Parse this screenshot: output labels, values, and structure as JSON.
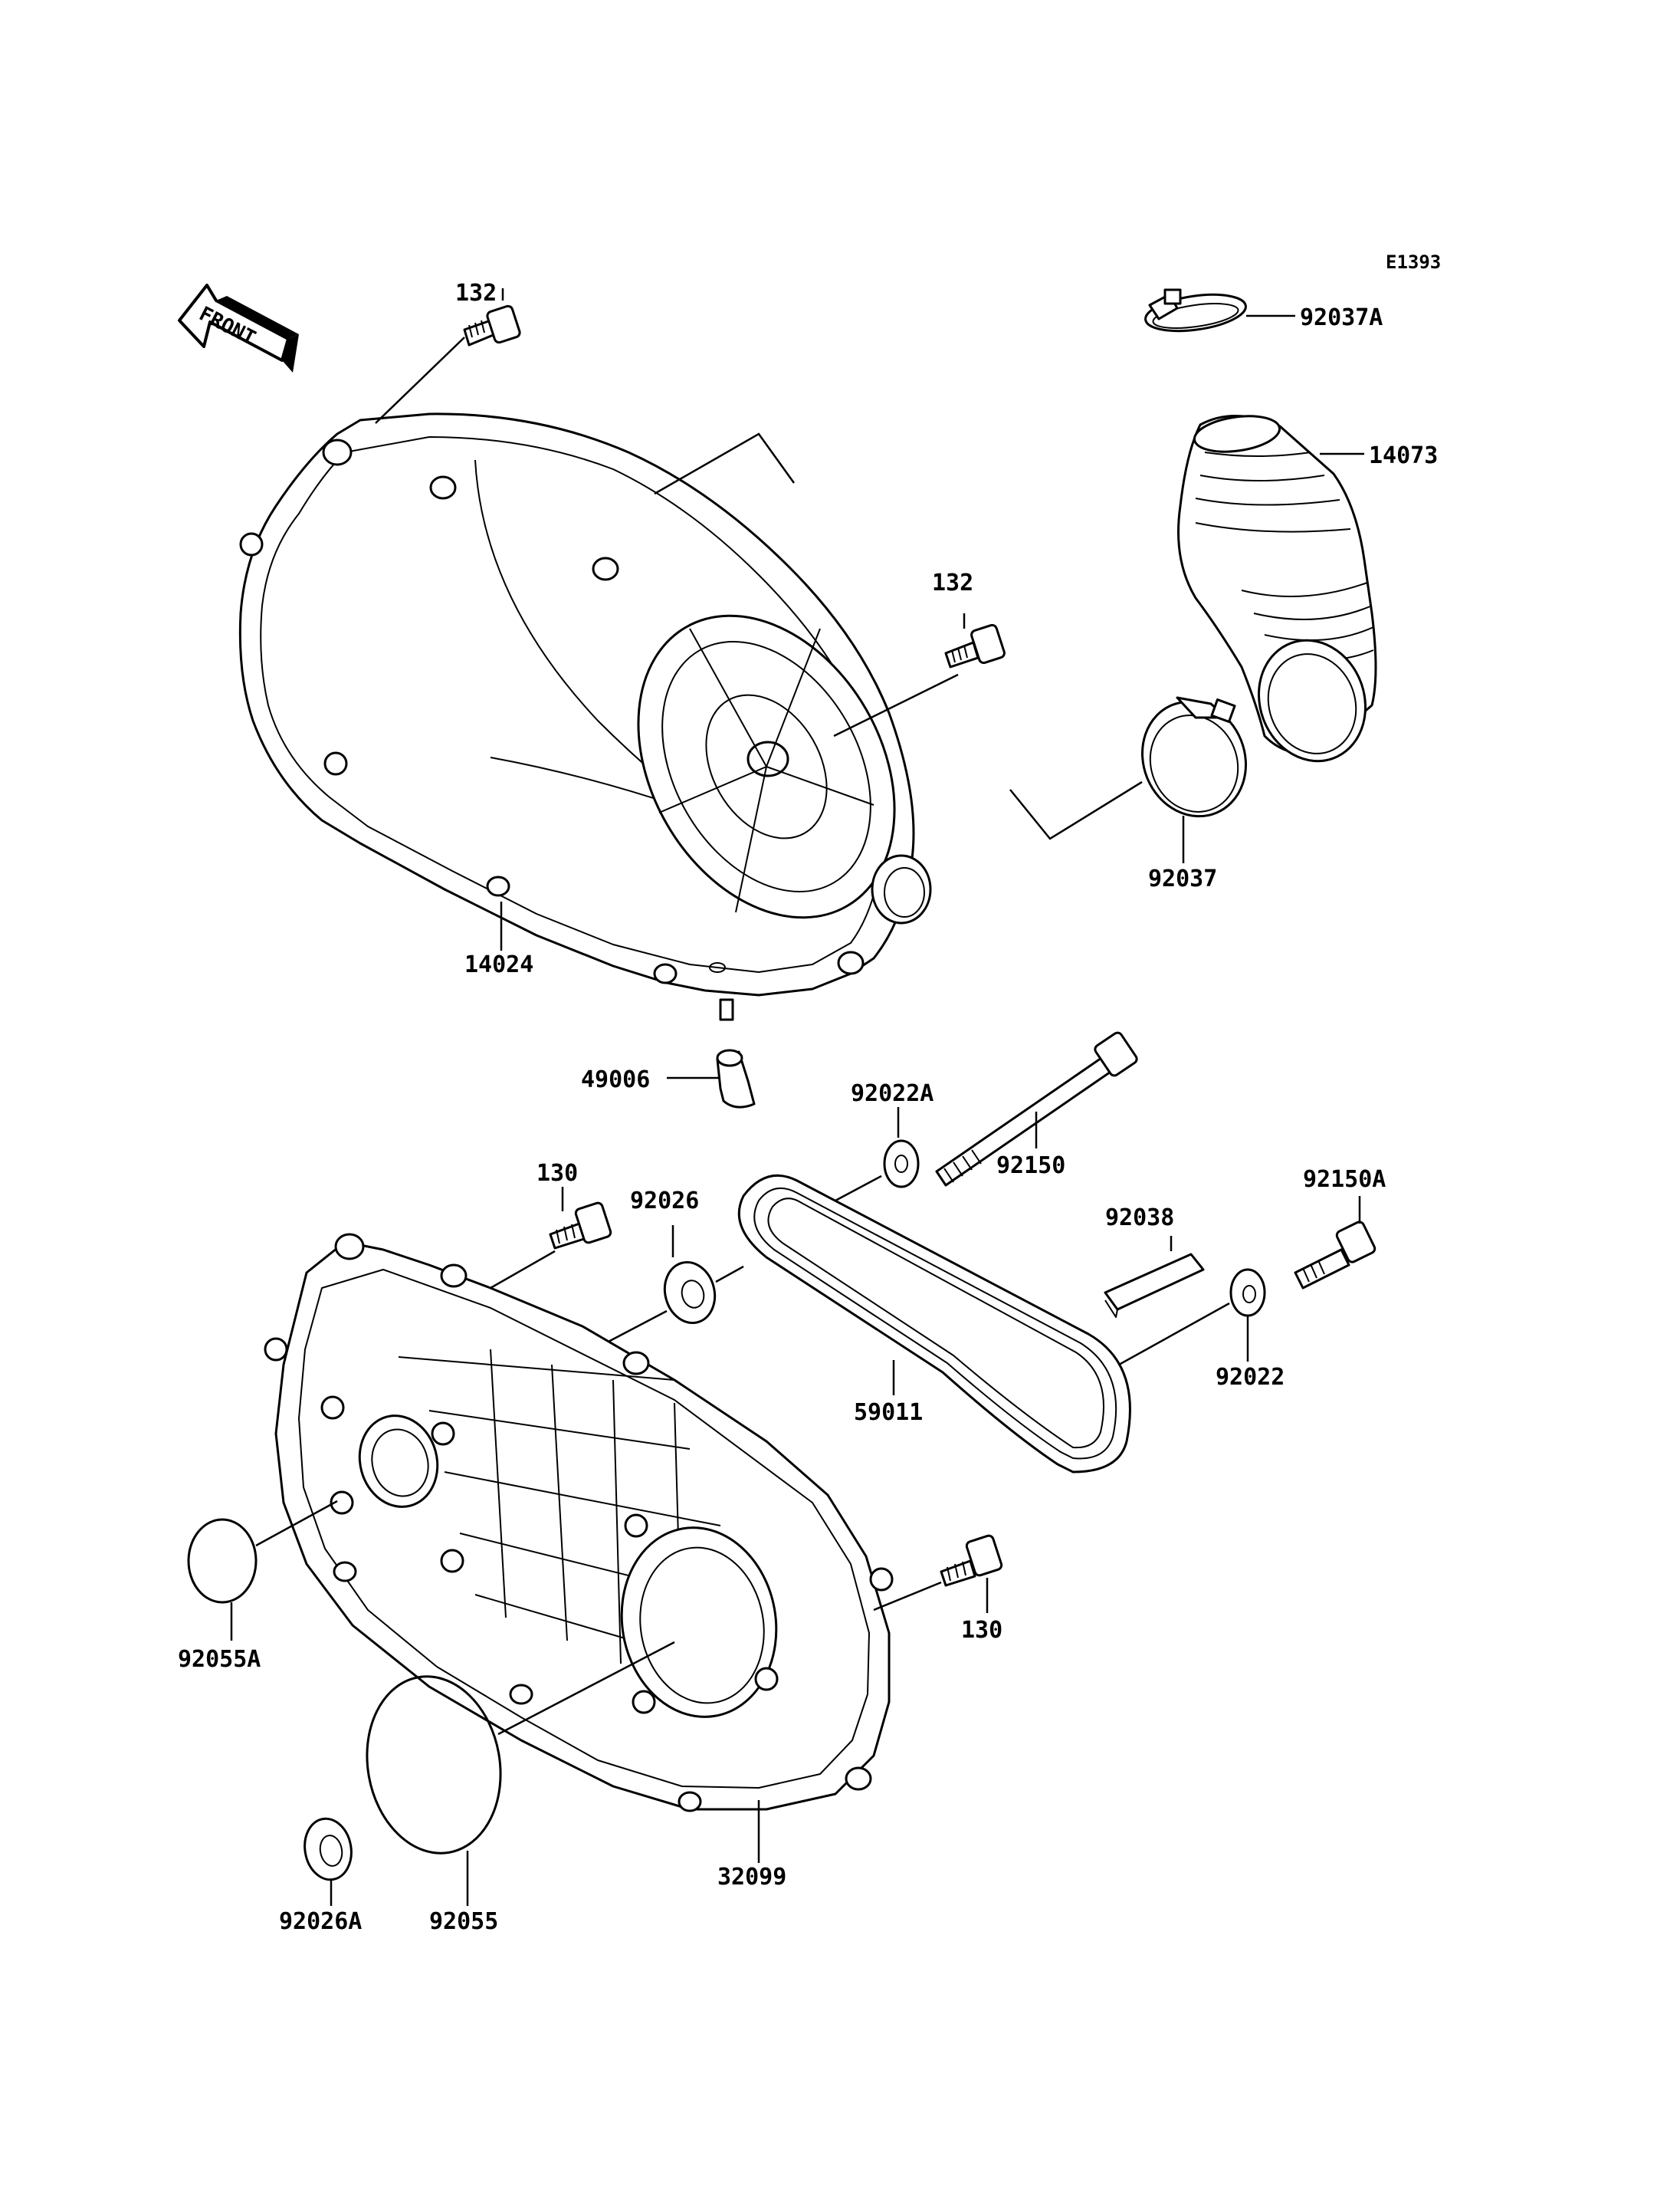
{
  "diagram": {
    "reference_code": "E1393",
    "direction_badge": "FRONT",
    "parts": {
      "bolt_132_top": "132",
      "bolt_132_mid": "132",
      "clamp_92037A": "92037A",
      "duct_14073": "14073",
      "cover_14024": "14024",
      "clamp_92037": "92037",
      "cap_49006": "49006",
      "washer_92022A": "92022A",
      "bolt_92150": "92150",
      "bolt_130_top": "130",
      "seal_92026": "92026",
      "key_92038": "92038",
      "bolt_92150A": "92150A",
      "washer_92022": "92022",
      "belt_59011": "59011",
      "bolt_130_right": "130",
      "oring_92055A": "92055A",
      "cover_32099": "32099",
      "seal_92026A": "92026A",
      "oring_92055": "92055"
    }
  }
}
